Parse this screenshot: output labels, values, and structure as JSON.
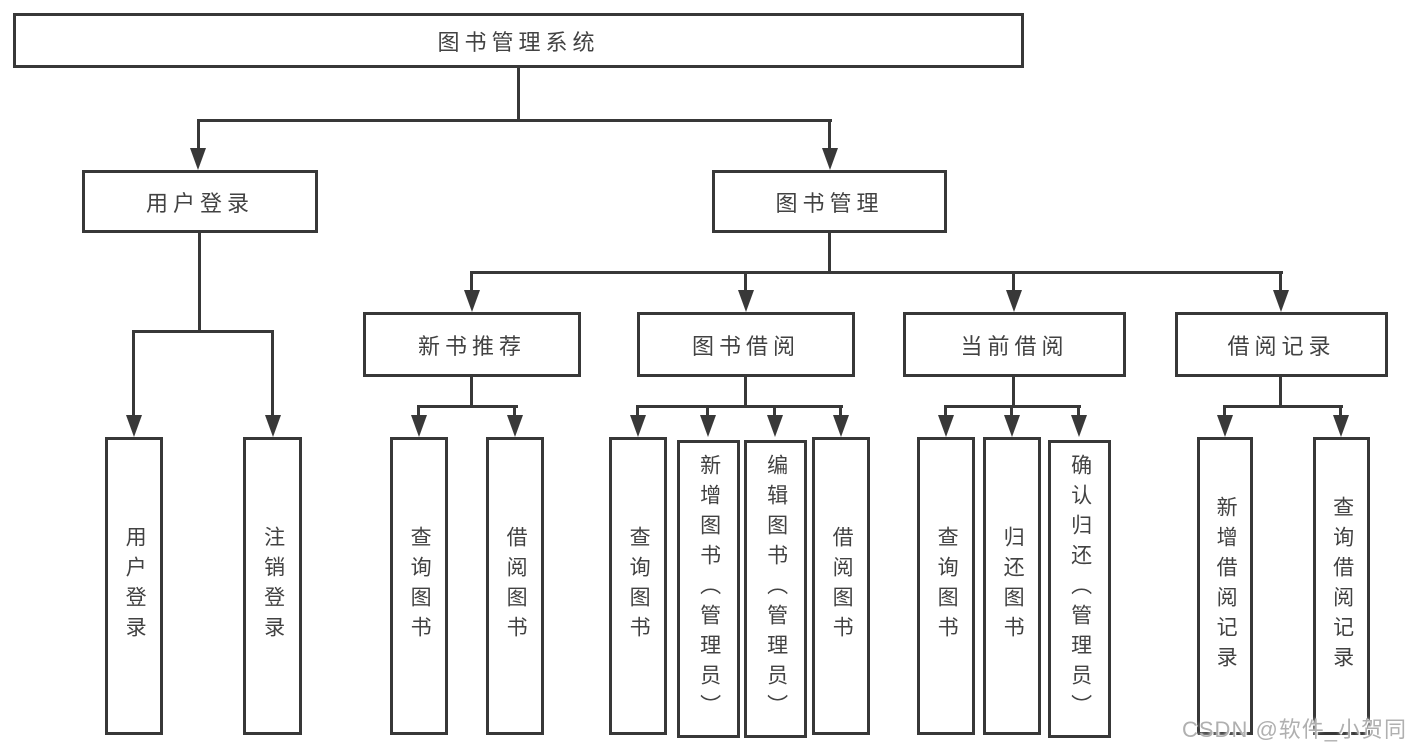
{
  "colors": {
    "line": "#383838",
    "text": "#424242",
    "background": "#ffffff",
    "watermark": "#b0b0b0"
  },
  "diagram": {
    "title": "图书管理系统",
    "user_login": {
      "label": "用户登录",
      "children": [
        {
          "label": "用户登录"
        },
        {
          "label": "注销登录"
        }
      ]
    },
    "book_mgmt": {
      "label": "图书管理",
      "modules": [
        {
          "label": "新书推荐",
          "children": [
            {
              "label": "查询图书"
            },
            {
              "label": "借阅图书"
            }
          ]
        },
        {
          "label": "图书借阅",
          "children": [
            {
              "label": "查询图书"
            },
            {
              "label": "新增图书（管理员）"
            },
            {
              "label": "编辑图书（管理员）"
            },
            {
              "label": "借阅图书"
            }
          ]
        },
        {
          "label": "当前借阅",
          "children": [
            {
              "label": "查询图书"
            },
            {
              "label": "归还图书"
            },
            {
              "label": "确认归还（管理员）"
            }
          ]
        },
        {
          "label": "借阅记录",
          "children": [
            {
              "label": "新增借阅记录"
            },
            {
              "label": "查询借阅记录"
            }
          ]
        }
      ]
    }
  },
  "watermark": "CSDN @软件_小贺同学"
}
